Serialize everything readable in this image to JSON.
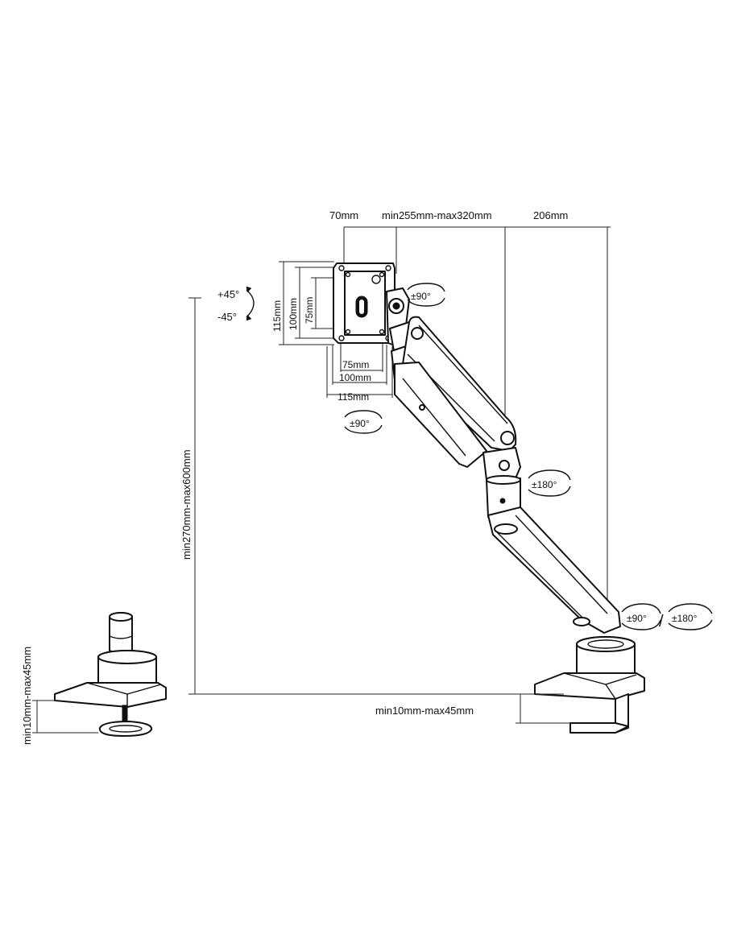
{
  "labels": {
    "width_vesa_offset": "70mm",
    "arm_extension": "min255mm-max320mm",
    "base_depth": "206mm",
    "height_range": "min270mm-max600mm",
    "desk_thickness_left": "min10mm-max45mm",
    "desk_thickness_right": "min10mm-max45mm",
    "vesa_h_75": "75mm",
    "vesa_h_100": "100mm",
    "vesa_h_115": "115mm",
    "vesa_v_115": "115mm",
    "vesa_v_100": "100mm",
    "vesa_v_75": "75mm"
  },
  "rotations": {
    "tilt_up": "+45°",
    "tilt_down": "-45°",
    "head_swivel": "±90°",
    "rotate": "±90°",
    "elbow": "±180°",
    "base_swivel": "±90°",
    "base_rotate": "±180°",
    "separator": "/"
  },
  "colors": {
    "line": "#111111",
    "background": "#ffffff"
  }
}
